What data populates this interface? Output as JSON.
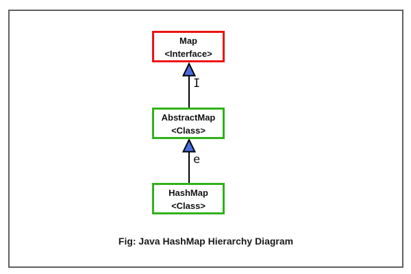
{
  "window": {
    "background_color": "#ffffff",
    "frame_border_color": "#5f5f5f"
  },
  "diagram": {
    "nodes": [
      {
        "title": "Map",
        "subtitle": "<Interface>",
        "border_color": "#ee1111"
      },
      {
        "title": "AbstractMap",
        "subtitle": "<Class>",
        "border_color": "#2db216"
      },
      {
        "title": "HashMap",
        "subtitle": "<Class>",
        "border_color": "#2db216"
      }
    ],
    "edges": [
      {
        "from": "AbstractMap",
        "to": "Map",
        "label": "I"
      },
      {
        "from": "HashMap",
        "to": "AbstractMap",
        "label": "e"
      }
    ],
    "arrow_style": {
      "head_fill": "#4a6de0",
      "line_color": "#000000"
    }
  },
  "caption": {
    "text": "Fig: Java HashMap Hierarchy Diagram"
  }
}
